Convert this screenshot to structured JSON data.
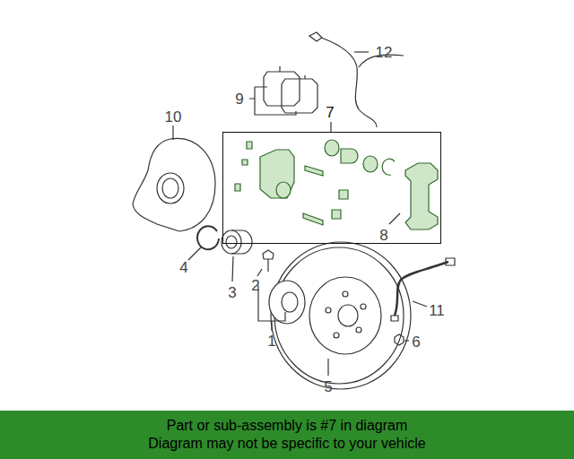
{
  "diagram": {
    "nodes": [
      {
        "text": [
          "7"
        ]
      },
      {
        "text": [
          "Part or sub-assembly is #7 in diagram",
          "Diagram may not be specific to your vehicle"
        ]
      }
    ],
    "labels": [
      "12",
      "9",
      "10",
      "8",
      "2",
      "3",
      "4",
      "1",
      "11",
      "6",
      "5"
    ]
  }
}
